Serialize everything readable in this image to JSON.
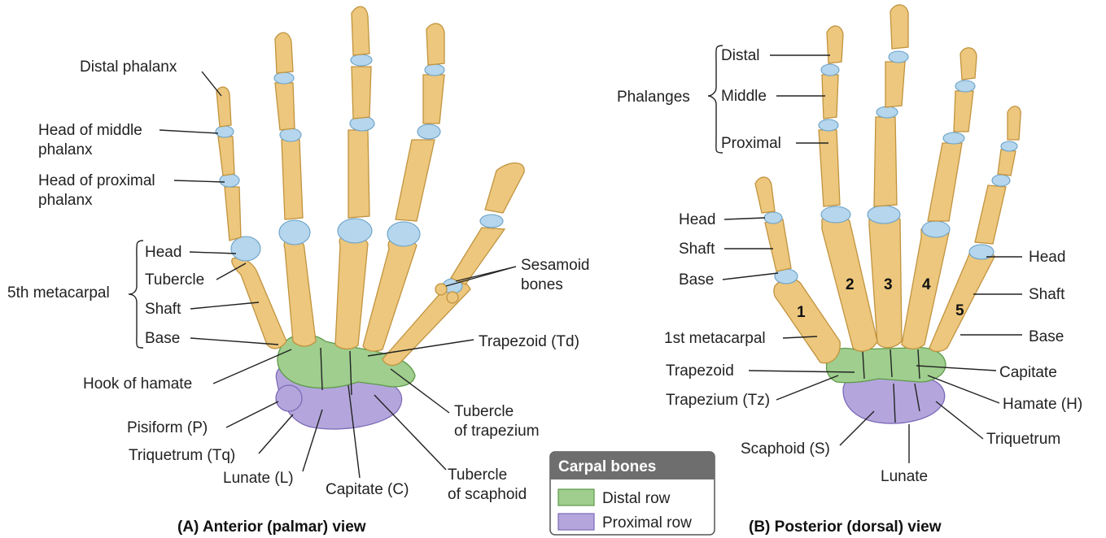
{
  "panel_a": {
    "caption": "(A) Anterior (palmar) view",
    "labels": {
      "distal_phalanx": "Distal phalanx",
      "head_middle_1": "Head of middle",
      "head_middle_2": "phalanx",
      "head_proximal_1": "Head of proximal",
      "head_proximal_2": "phalanx",
      "fifth_metacarpal": "5th metacarpal",
      "head": "Head",
      "tubercle": "Tubercle",
      "shaft": "Shaft",
      "base": "Base",
      "hook_of_hamate": "Hook of hamate",
      "pisiform": "Pisiform (P)",
      "triquetrum": "Triquetrum (Tq)",
      "lunate": "Lunate (L)",
      "capitate": "Capitate (C)",
      "tubercle_scaphoid_1": "Tubercle",
      "tubercle_scaphoid_2": "of scaphoid",
      "tubercle_trapezium_1": "Tubercle",
      "tubercle_trapezium_2": "of trapezium",
      "trapezoid": "Trapezoid (Td)",
      "sesamoid_1": "Sesamoid",
      "sesamoid_2": "bones"
    }
  },
  "panel_b": {
    "caption": "(B) Posterior (dorsal) view",
    "labels": {
      "phalanges": "Phalanges",
      "distal": "Distal",
      "middle": "Middle",
      "proximal": "Proximal",
      "head_left": "Head",
      "shaft_left": "Shaft",
      "base_left": "Base",
      "first_metacarpal": "1st metacarpal",
      "trapezoid": "Trapezoid",
      "trapezium": "Trapezium (Tz)",
      "scaphoid": "Scaphoid (S)",
      "lunate": "Lunate",
      "triquetrum": "Triquetrum",
      "hamate": "Hamate (H)",
      "capitate": "Capitate",
      "head_right": "Head",
      "shaft_right": "Shaft",
      "base_right": "Base"
    },
    "metacarpal_numbers": [
      "1",
      "2",
      "3",
      "4",
      "5"
    ]
  },
  "legend": {
    "title": "Carpal bones",
    "items": [
      {
        "label": "Distal row",
        "color": "#9fce8e"
      },
      {
        "label": "Proximal row",
        "color": "#b4a6dc"
      }
    ]
  },
  "colors": {
    "bone": "#ecc77d",
    "cartilage": "#b5d6ec",
    "distal_row": "#9fce8e",
    "proximal_row": "#b4a6dc"
  }
}
